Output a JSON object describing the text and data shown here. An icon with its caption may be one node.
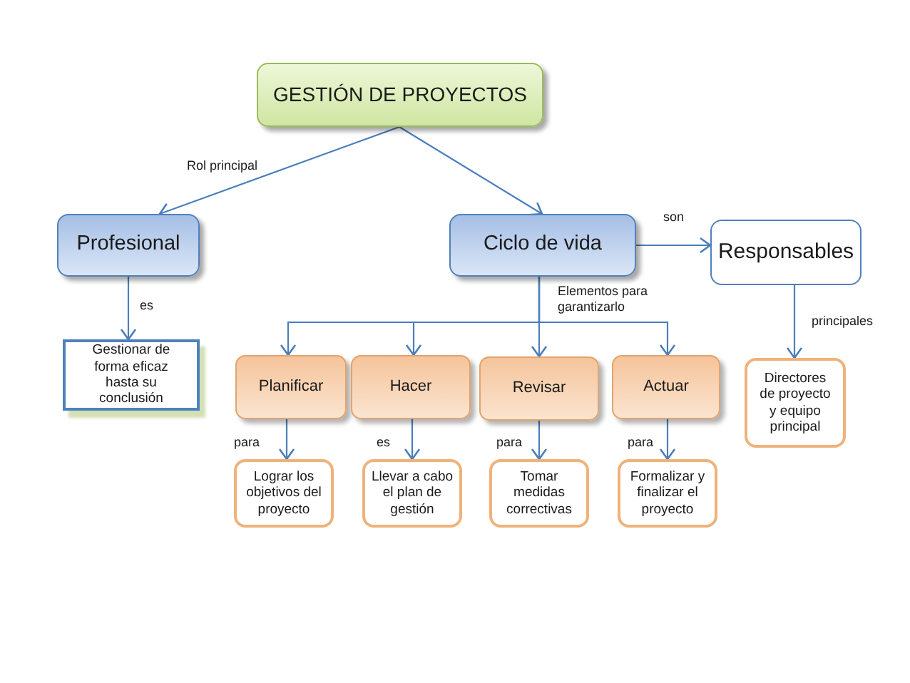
{
  "diagram": {
    "nodes": [
      {
        "text": [
          "GESTIÓN DE PROYECTOS"
        ]
      },
      {
        "text": [
          "Profesional"
        ]
      },
      {
        "text": [
          "Ciclo de vida"
        ]
      },
      {
        "text": [
          "Responsables"
        ]
      },
      {
        "text": [
          "Gestionar de forma eficaz hasta su conclusión"
        ]
      },
      {
        "text": [
          "Planificar"
        ]
      },
      {
        "text": [
          "Hacer"
        ]
      },
      {
        "text": [
          "Revisar"
        ]
      },
      {
        "text": [
          "Actuar"
        ]
      },
      {
        "text": [
          "Directores de proyecto y equipo principal"
        ]
      },
      {
        "text": [
          "Lograr los objetivos del proyecto"
        ]
      },
      {
        "text": [
          "Llevar a cabo el plan de gestión"
        ]
      },
      {
        "text": [
          "Tomar medidas correctivas"
        ]
      },
      {
        "text": [
          "Formalizar y finalizar el proyecto"
        ]
      }
    ],
    "edges": [
      {
        "from": 0,
        "to": 1,
        "arrow": "to",
        "label": "Rol principal"
      },
      {
        "from": 0,
        "to": 2,
        "arrow": "to"
      },
      {
        "from": 1,
        "to": 4,
        "arrow": "to",
        "label": "es"
      },
      {
        "from": 2,
        "to": 3,
        "arrow": "to",
        "label": "son"
      },
      {
        "from": 2,
        "to": 5,
        "arrow": "to"
      },
      {
        "from": 2,
        "to": 6,
        "arrow": "to"
      },
      {
        "from": 2,
        "to": 7,
        "arrow": "to",
        "label": "Elementos para garantizarlo"
      },
      {
        "from": 2,
        "to": 8,
        "arrow": "to"
      },
      {
        "from": 3,
        "to": 9,
        "arrow": "to",
        "label": "principales"
      },
      {
        "from": 5,
        "to": 10,
        "arrow": "to",
        "label": "para"
      },
      {
        "from": 6,
        "to": 11,
        "arrow": "to",
        "label": "es"
      },
      {
        "from": 7,
        "to": 12,
        "arrow": "to",
        "label": "para"
      },
      {
        "from": 8,
        "to": 13,
        "arrow": "to",
        "label": "para"
      }
    ]
  }
}
